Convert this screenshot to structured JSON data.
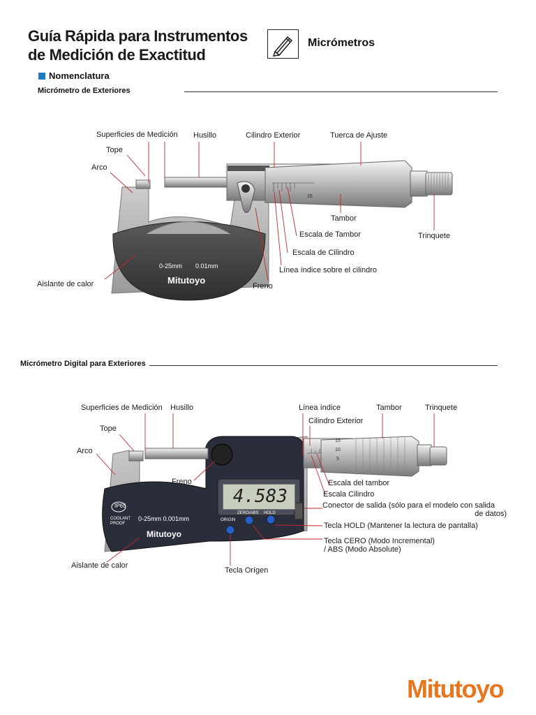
{
  "header": {
    "title_line1": "Guía Rápida para Instrumentos",
    "title_line2": "de Medición de Exactitud",
    "section": "Micrómetros"
  },
  "nomenclature": "Nomenclatura",
  "analog": {
    "heading": "Micrómetro de Exteriores",
    "labels": {
      "superficies": "Superficies de Medición",
      "husillo": "Husillo",
      "cilindro_exterior": "Cilindro Exterior",
      "tuerca": "Tuerca de Ajuste",
      "tope": "Tope",
      "arco": "Arco",
      "tambor": "Tambor",
      "trinquete": "Trinquete",
      "escala_tambor": "Escala de Tambor",
      "escala_cilindro": "Escala de Cilindro",
      "linea_indice": "Línea índice sobre el cilindro",
      "aislante": "Aislante de calor",
      "freno": "Freno"
    },
    "frame_text": {
      "range": "0-25mm",
      "resolution": "0.01mm",
      "brand": "Mitutoyo"
    },
    "thimble_number": "15"
  },
  "digital": {
    "heading": "Micrómetro Digital para Exteriores",
    "labels": {
      "superficies": "Superficies de Medición",
      "husillo": "Husillo",
      "linea_indice": "Línea índice",
      "tambor": "Tambor",
      "trinquete": "Trinquete",
      "cilindro_exterior": "Cilindro Exterior",
      "tope": "Tope",
      "arco": "Arco",
      "freno": "Freno",
      "escala_tambor": "Escala del tambor",
      "escala_cilindro": "Escala Cilindro",
      "conector_1": "Conector de salida (sólo para el modelo con salida",
      "conector_2": "de datos)",
      "hold": "Tecla HOLD (Mantener la lectura de pantalla)",
      "cero_1": "Tecla CERO (Modo Incremental)",
      "cero_2": "/ ABS (Modo Absolute)",
      "aislante": "Aislante de calor",
      "origen": "Tecla Orígen"
    },
    "display_value": "4.583",
    "frame_text": {
      "ip": "IP65",
      "coolant": "COOLANT PROOF",
      "range": "0-25mm 0.001mm",
      "brand": "Mitutoyo"
    },
    "buttons": [
      "ORIGIN",
      "ZERO/ABS",
      "HOLD"
    ],
    "thimble_numbers": [
      "15",
      "10",
      "5"
    ]
  },
  "footer_logo": "Mitutoyo"
}
